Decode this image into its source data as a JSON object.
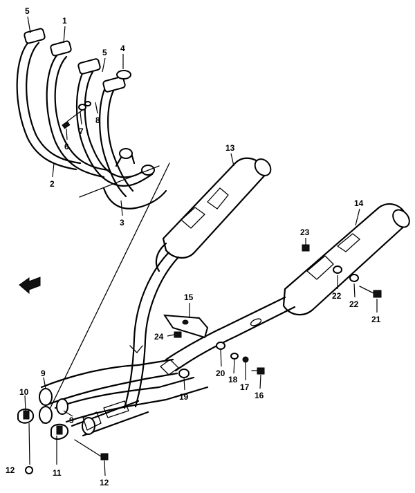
{
  "callouts": [
    {
      "id": "c5a",
      "text": "5"
    },
    {
      "id": "c1",
      "text": "1"
    },
    {
      "id": "c5b",
      "text": "5"
    },
    {
      "id": "c4",
      "text": "4"
    },
    {
      "id": "c8",
      "text": "8"
    },
    {
      "id": "c7",
      "text": "7"
    },
    {
      "id": "c6",
      "text": "6"
    },
    {
      "id": "c2",
      "text": "2"
    },
    {
      "id": "c3",
      "text": "3"
    },
    {
      "id": "c13",
      "text": "13"
    },
    {
      "id": "c14",
      "text": "14"
    },
    {
      "id": "c23",
      "text": "23"
    },
    {
      "id": "c22a",
      "text": "22"
    },
    {
      "id": "c22b",
      "text": "22"
    },
    {
      "id": "c21",
      "text": "21"
    },
    {
      "id": "c15",
      "text": "15"
    },
    {
      "id": "c24",
      "text": "24"
    },
    {
      "id": "c20",
      "text": "20"
    },
    {
      "id": "c18",
      "text": "18"
    },
    {
      "id": "c17",
      "text": "17"
    },
    {
      "id": "c16",
      "text": "16"
    },
    {
      "id": "c19",
      "text": "19"
    },
    {
      "id": "c9a",
      "text": "9"
    },
    {
      "id": "c9b",
      "text": "9"
    },
    {
      "id": "c10",
      "text": "10"
    },
    {
      "id": "c12a",
      "text": "12"
    },
    {
      "id": "c11",
      "text": "11"
    },
    {
      "id": "c12b",
      "text": "12"
    }
  ],
  "icons": {
    "front_arrow": "left-arrow-icon"
  }
}
